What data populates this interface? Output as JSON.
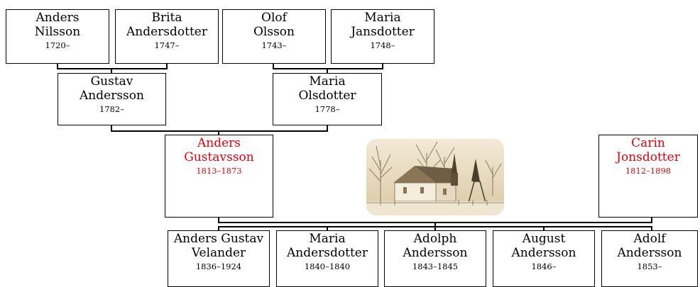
{
  "people": {
    "anders_nilsson": {
      "name1": "Anders",
      "name2": "Nilsson",
      "years": "1720–"
    },
    "brita_andersdotter": {
      "name1": "Brita",
      "name2": "Andersdotter",
      "years": "1747–"
    },
    "olof_olsson": {
      "name1": "Olof",
      "name2": "Olsson",
      "years": "1743–"
    },
    "maria_jansdotter": {
      "name1": "Maria",
      "name2": "Jansdotter",
      "years": "1748–"
    },
    "gustav_andersson": {
      "name1": "Gustav",
      "name2": "Andersson",
      "years": "1782–"
    },
    "maria_olsdotter": {
      "name1": "Maria",
      "name2": "Olsdotter",
      "years": "1778–"
    },
    "anders_gustavsson": {
      "name1": "Anders",
      "name2": "Gustavsson",
      "years": "1813–1873"
    },
    "carin_jonsdotter": {
      "name1": "Carin",
      "name2": "Jonsdotter",
      "years": "1812–1898"
    },
    "children": [
      {
        "name1": "Anders Gustav",
        "name2": "Velander",
        "years": "1836–1924"
      },
      {
        "name1": "Maria",
        "name2": "Andersdotter",
        "years": "1840–1840"
      },
      {
        "name1": "Adolph",
        "name2": "Andersson",
        "years": "1843–1845"
      },
      {
        "name1": "August",
        "name2": "Andersson",
        "years": "1846–"
      },
      {
        "name1": "Adolf",
        "name2": "Andersson",
        "years": "1853–"
      }
    ]
  },
  "colors": {
    "highlight": "#e8000b",
    "border": "#000000",
    "photo_tone": "#cdb995"
  },
  "photo": {
    "subject": "church-with-bell-tower-icon"
  }
}
